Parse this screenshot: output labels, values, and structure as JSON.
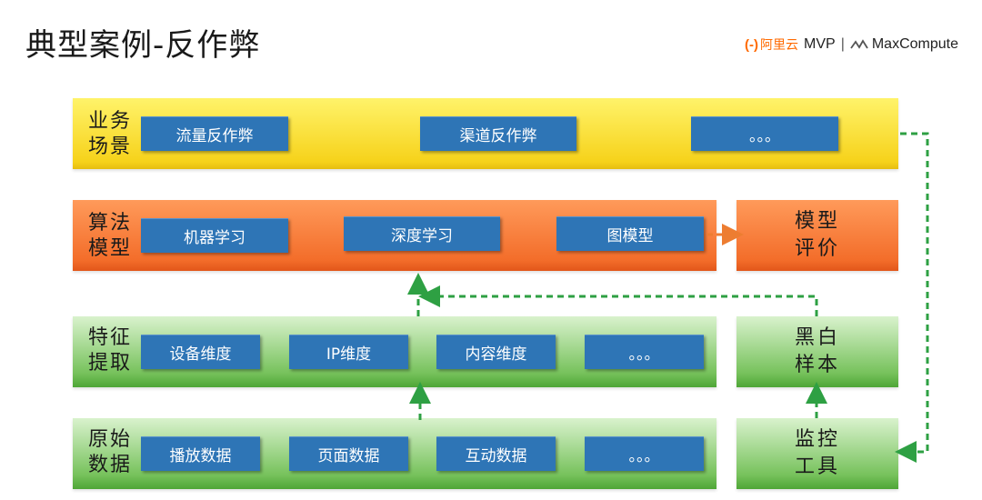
{
  "page": {
    "title": "典型案例-反作弊"
  },
  "brand": {
    "logo_mark": "(-)",
    "aliyun": "阿里云",
    "mvp": "MVP",
    "separator": "|",
    "product": "MaxCompute"
  },
  "colors": {
    "yellow_band": "#f6d21a",
    "orange_band": "#f36d2a",
    "green_band": "#77c25c",
    "pill_blue": "#2e75b6",
    "arrow_green": "#2ea043",
    "arrow_orange": "#ed7d31"
  },
  "rows": {
    "business": {
      "label_line1": "业务",
      "label_line2": "场景",
      "items": [
        "流量反作弊",
        "渠道反作弊",
        "。。。"
      ]
    },
    "algorithm": {
      "label_line1": "算法",
      "label_line2": "模型",
      "items": [
        "机器学习",
        "深度学习",
        "图模型"
      ]
    },
    "feature": {
      "label_line1": "特征",
      "label_line2": "提取",
      "items": [
        "设备维度",
        "IP维度",
        "内容维度",
        "。。。"
      ]
    },
    "raw": {
      "label_line1": "原始",
      "label_line2": "数据",
      "items": [
        "播放数据",
        "页面数据",
        "互动数据",
        "。。。"
      ]
    }
  },
  "side": {
    "evaluation": {
      "line1": "模型",
      "line2": "评价"
    },
    "samples": {
      "line1": "黑白",
      "line2": "样本"
    },
    "monitor": {
      "line1": "监控",
      "line2": "工具"
    }
  }
}
